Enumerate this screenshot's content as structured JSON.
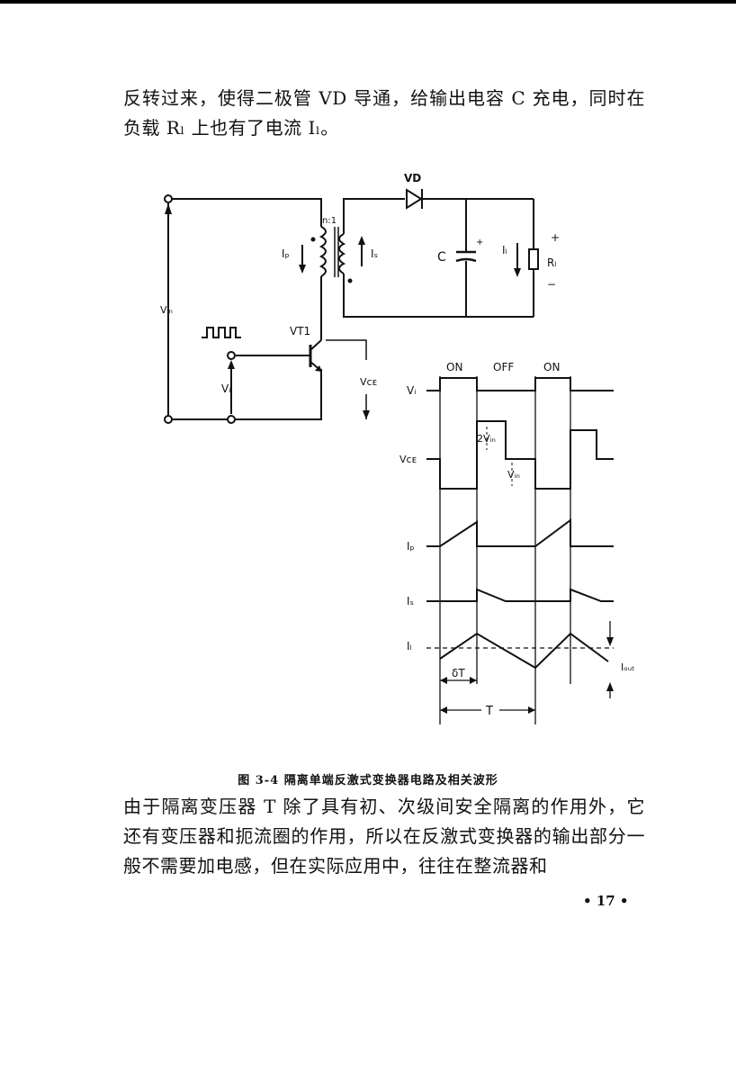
{
  "paragraph_top": "反转过来，使得二极管 VD 导通，给输出电容 C 充电，同时在负载 Rₗ 上也有了电流 Iₗ。",
  "figure": {
    "circuit_labels": {
      "vd": "VD",
      "ratio": "n:1",
      "ip": "Iₚ",
      "is": "Iₛ",
      "c": "C",
      "il": "Iₗ",
      "plus_c": "+",
      "plus_rl": "+",
      "minus_rl": "−",
      "rl": "Rₗ",
      "vin": "Vᵢₙ",
      "vt1": "VT1",
      "vce": "Vᴄᴇ",
      "vi": "Vᵢ"
    },
    "waveform_labels": {
      "on1": "ON",
      "off": "OFF",
      "on2": "ON",
      "vi": "Vᵢ",
      "vce": "Vᴄᴇ",
      "two_vin": "2Vᵢₙ",
      "vin": "Vᵢₙ",
      "ip": "Iₚ",
      "is": "Iₛ",
      "il": "Iₗ",
      "delta_t": "δT",
      "t": "T",
      "iout": "Iₒᵤₜ"
    },
    "caption": "图 3-4   隔离单端反激式变换器电路及相关波形"
  },
  "paragraph_bottom": "由于隔离变压器 T 除了具有初、次级间安全隔离的作用外，它还有变压器和扼流圈的作用，所以在反激式变换器的输出部分一般不需要加电感，但在实际应用中，往往在整流器和",
  "page_number": "• 17 •"
}
